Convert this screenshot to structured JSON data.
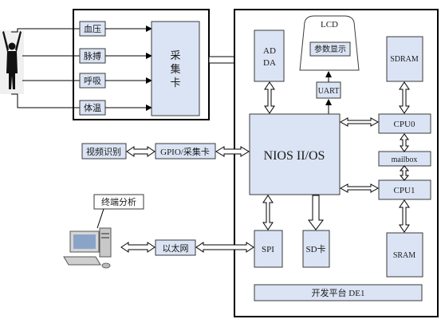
{
  "sensors": {
    "blood_pressure": "血压",
    "pulse": "脉搏",
    "respiration": "呼吸",
    "temperature": "体温"
  },
  "acq_card": {
    "label": "采集卡",
    "chars": [
      "采",
      "集",
      "卡"
    ]
  },
  "video": {
    "label": "视频识别"
  },
  "gpio": {
    "label": "GPIO/采集卡"
  },
  "terminal": {
    "label": "终端分析"
  },
  "ethernet": {
    "label": "以太网"
  },
  "adda": {
    "line1": "AD",
    "line2": "DA"
  },
  "lcd": {
    "title": "LCD",
    "inner": "参数显示"
  },
  "uart": {
    "label": "UART"
  },
  "nios": {
    "label": "NIOS II/OS"
  },
  "sdram": {
    "label": "SDRAM"
  },
  "cpu0": {
    "label": "CPU0"
  },
  "mailbox": {
    "label": "mailbox"
  },
  "cpu1": {
    "label": "CPU1"
  },
  "sram": {
    "label": "SRAM"
  },
  "spi": {
    "label": "SPI"
  },
  "sdcard": {
    "label": "SD卡"
  },
  "platform": {
    "label": "开发平台 DE1"
  },
  "colors": {
    "box_fill": "#dbe4f4",
    "frame": "#000000"
  }
}
